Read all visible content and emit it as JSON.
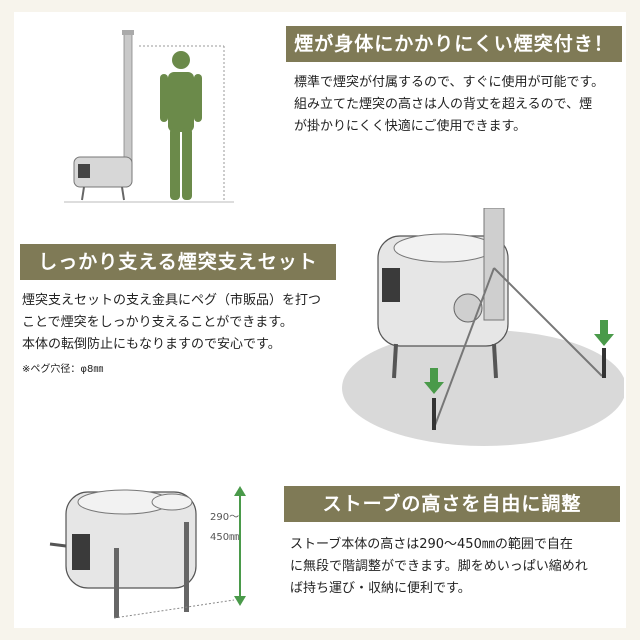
{
  "sections": [
    {
      "title": "煙が身体にかかりにくい煙突付き！",
      "lines": [
        "標準で煙突が付属するので、すぐに使用が可能です。",
        "組み立てた煙突の高さは人の背丈を超えるので、煙",
        "が掛かりにくく快適にご使用できます。"
      ]
    },
    {
      "title": "しっかり支える煙突支えセット",
      "lines": [
        "煙突支えセットの支え金具にペグ（市販品）を打つ",
        "ことで煙突をしっかり支えることができます。",
        "本体の転倒防止にもなりますので安心です。"
      ],
      "note": "※ペグ穴径：φ8㎜"
    },
    {
      "title": "ストーブの高さを自由に調整",
      "lines": [
        "ストーブ本体の高さは290〜450㎜の範囲で自在",
        "に無段で階調整ができます。脚をめいっぱい縮めれ",
        "ば持ち運び・収納に便利です。"
      ],
      "dimension_label": "290〜\n450㎜"
    }
  ],
  "colors": {
    "banner": "#7f7a56",
    "background": "#f7f4ec",
    "figure": "#6b8a4a",
    "arrow": "#4a9a4a",
    "ground": "#d9d9d9"
  }
}
